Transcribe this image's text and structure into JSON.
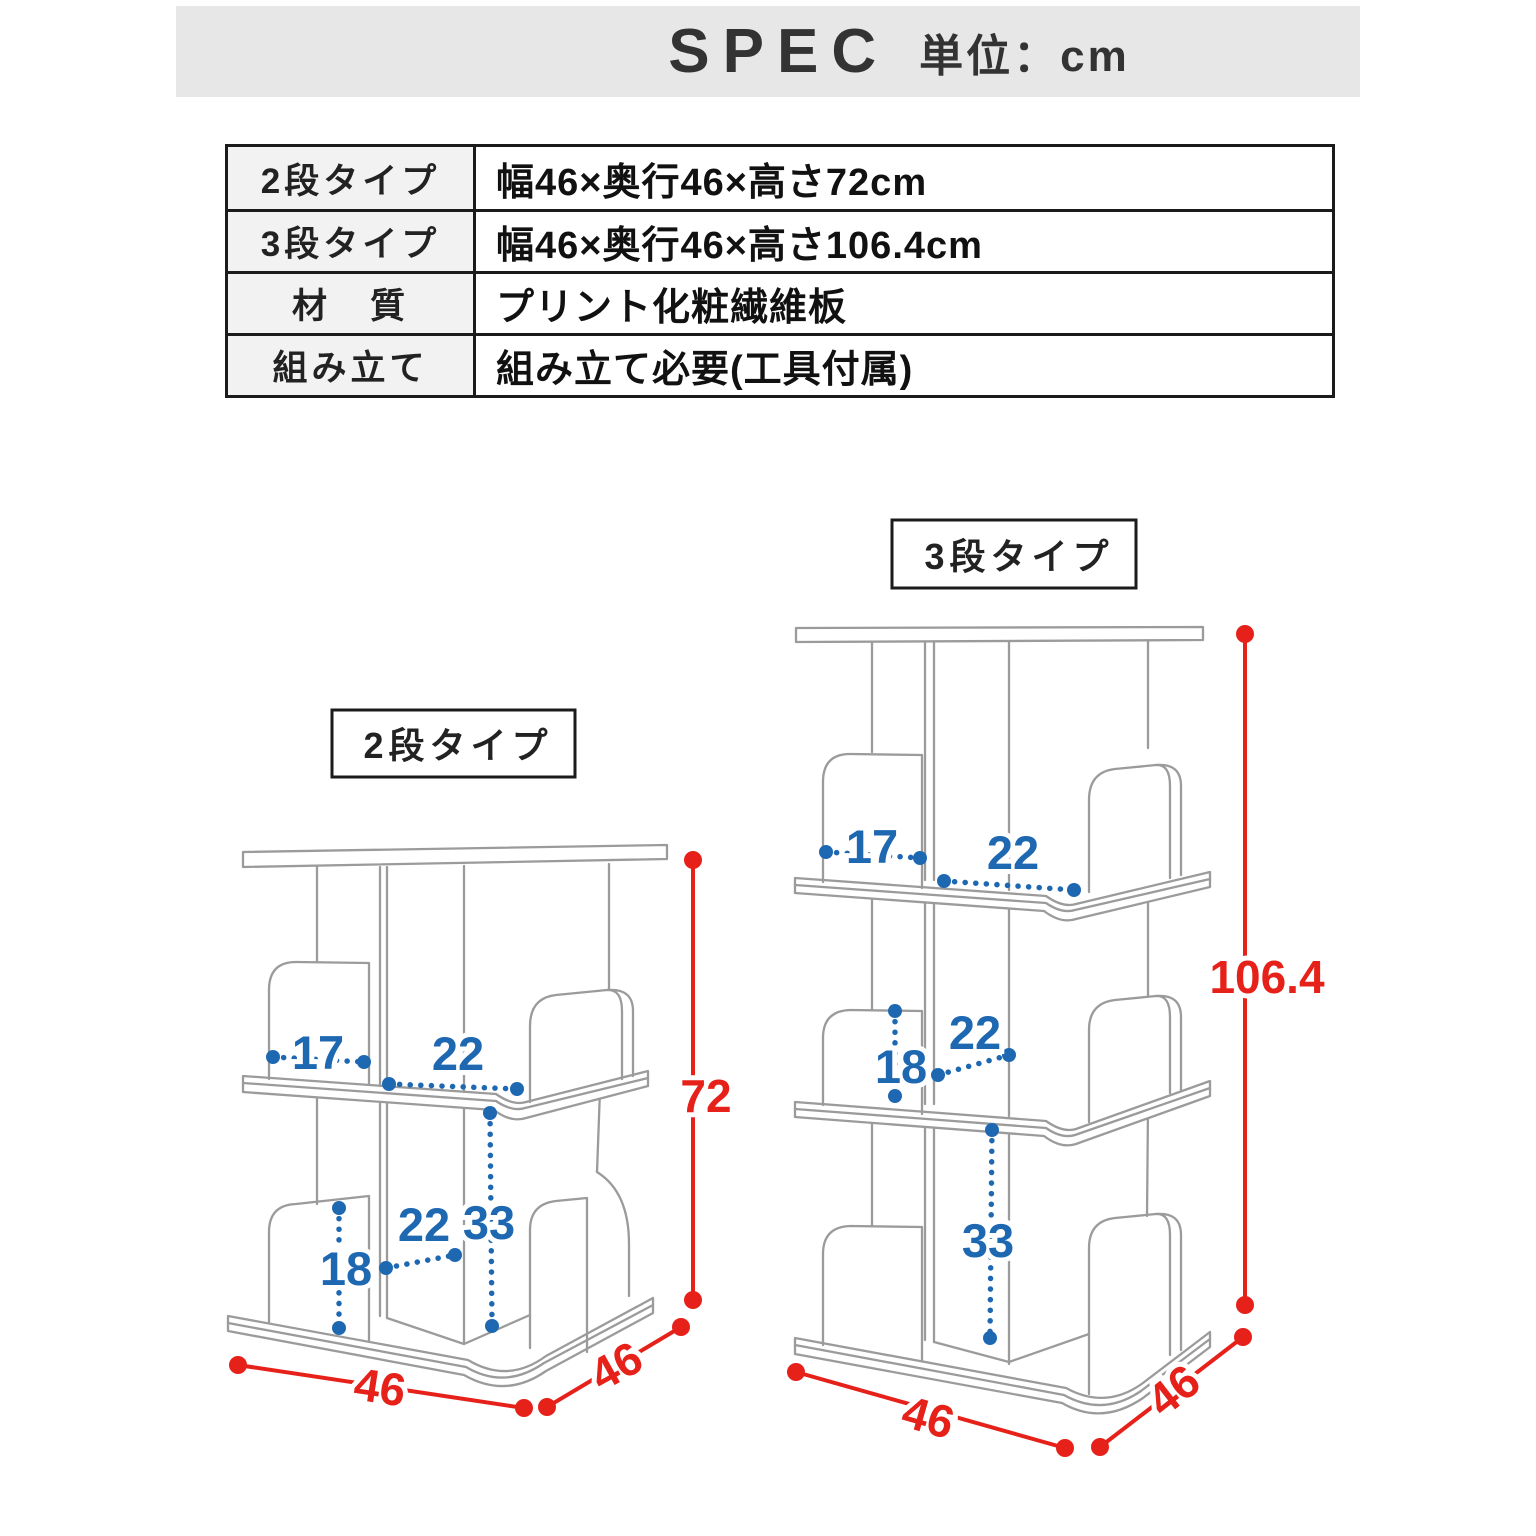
{
  "header": {
    "title": "SPEC",
    "unit": "単位：cm"
  },
  "table": {
    "rows": [
      {
        "label": "2段タイプ",
        "value": "幅46×奥行46×高さ72cm"
      },
      {
        "label": "3段タイプ",
        "value": "幅46×奥行46×高さ106.4cm"
      },
      {
        "label": "材　質",
        "value": "プリント化粧繊維板"
      },
      {
        "label": "組み立て",
        "value": "組み立て必要(工具付属)"
      }
    ]
  },
  "two_tier": {
    "title": "2段タイプ",
    "pocket_w": "17",
    "top_shelf_w": "22",
    "pocket_h": "18",
    "bottom_shelf_w": "22",
    "opening_h": "33",
    "height": "72",
    "width": "46",
    "depth": "46"
  },
  "three_tier": {
    "title": "3段タイプ",
    "pocket_w": "17",
    "top_shelf_w": "22",
    "pocket_h": "18",
    "mid_shelf_w": "22",
    "opening_h": "33",
    "height": "106.4",
    "width": "46",
    "depth": "46"
  },
  "colors": {
    "accent_blue": "#1e68b2",
    "accent_red": "#e6211a",
    "line_gray": "#9b9b9b",
    "header_bg": "#e7e7e7"
  }
}
